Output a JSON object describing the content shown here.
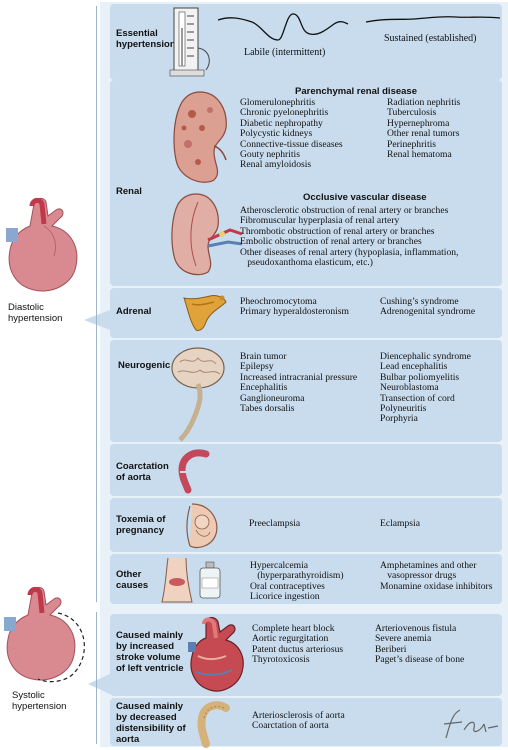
{
  "left_labels": {
    "diastolic": "Diastolic\nhypertension",
    "systolic": "Systolic\nhypertension"
  },
  "essential": {
    "label": "Essential\nhypertension",
    "labile": "Labile (intermittent)",
    "sustained": "Sustained (established)"
  },
  "renal": {
    "label": "Renal",
    "parenchymal_header": "Parenchymal renal disease",
    "parenchymal_col1": "Glomerulonephritis\nChronic pyelonephritis\nDiabetic nephropathy\nPolycystic kidneys\nConnective-tissue diseases\nGouty nephritis\nRenal amyloidosis",
    "parenchymal_col2": "Radiation nephritis\nTuberculosis\nHypernephroma\nOther renal tumors\nPerinephritis\nRenal hematoma",
    "occlusive_header": "Occlusive vascular disease",
    "occlusive_list": "Atherosclerotic obstruction of renal artery or branches\nFibromuscular hyperplasia of renal artery\nThrombotic obstruction of renal artery or branches\nEmbolic obstruction of renal artery or branches\nOther diseases of renal artery (hypoplasia, inflammation,\n   pseudoxanthoma elasticum, etc.)"
  },
  "adrenal": {
    "label": "Adrenal",
    "col1": "Pheochromocytoma\nPrimary hyperaldosteronism",
    "col2": "Cushing’s syndrome\nAdrenogenital syndrome"
  },
  "neurogenic": {
    "label": "Neurogenic",
    "col1": "Brain tumor\nEpilepsy\nIncreased intracranial pressure\nEncephalitis\nGanglioneuroma\nTabes dorsalis",
    "col2": "Diencephalic syndrome\nLead encephalitis\nBulbar poliomyelitis\nNeuroblastoma\nTransection of cord\nPolyneuritis\nPorphyria"
  },
  "coarctation": {
    "label": "Coarctation\nof aorta"
  },
  "toxemia": {
    "label": "Toxemia of\npregnancy",
    "col1": "Preeclampsia",
    "col2": "Eclampsia"
  },
  "other": {
    "label": "Other\ncauses",
    "col1": "Hypercalcemia\n   (hyperparathyroidism)\nOral contraceptives\nLicorice ingestion",
    "col2": "Amphetamines and other\n   vasopressor drugs\nMonamine oxidase inhibitors"
  },
  "stroke": {
    "label": "Caused mainly\nby increased\nstroke volume\nof left ventricle",
    "col1": "Complete heart block\nAortic regurgitation\nPatent ductus arteriosus\nThyrotoxicosis",
    "col2": "Arteriovenous fistula\nSevere anemia\nBeriberi\nPaget’s disease of bone"
  },
  "distensibility": {
    "label": "Caused mainly\nby decreased\ndistensibility of\naorta",
    "col1": "Arteriosclerosis of aorta\nCoarctation of aorta"
  },
  "signature": "F. Netter M.D."
}
